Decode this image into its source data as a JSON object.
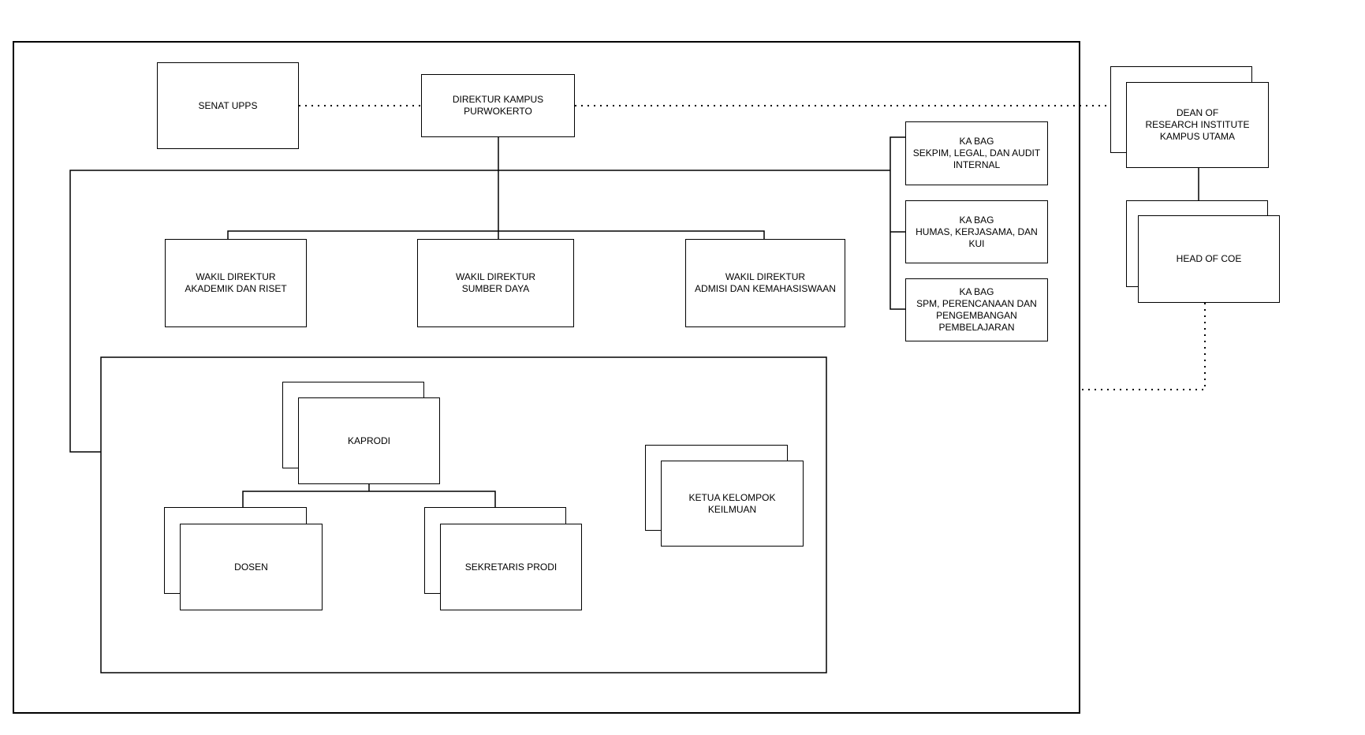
{
  "colors": {
    "canvas_background": "#ffffff",
    "line": "#000000",
    "box_fill": "#ffffff",
    "text": "#000000"
  },
  "org_chart": {
    "nodes": {
      "senat_upps": {
        "label": "SENAT UPPS",
        "stacked": false
      },
      "direktur_kampus": {
        "label": "DIREKTUR KAMPUS\nPURWOKERTO",
        "stacked": false
      },
      "wakil_direktur_akademik_riset": {
        "label": "WAKIL DIREKTUR\nAKADEMIK DAN RISET",
        "stacked": false
      },
      "wakil_direktur_sumber_daya": {
        "label": "WAKIL DIREKTUR\nSUMBER DAYA",
        "stacked": false
      },
      "wakil_direktur_admisi": {
        "label": "WAKIL DIREKTUR\nADMISI DAN KEMAHASISWAAN",
        "stacked": false
      },
      "kabag_sekpim_legal_audit": {
        "label": "KA BAG\nSEKPIM, LEGAL, DAN AUDIT\nINTERNAL",
        "stacked": false
      },
      "kabag_humas_kerjasama_kui": {
        "label": "KA BAG\nHUMAS, KERJASAMA, DAN\nKUI",
        "stacked": false
      },
      "kabag_spm_perencanaan": {
        "label": "KA BAG\nSPM, PERENCANAAN DAN\nPENGEMBANGAN\nPEMBELAJARAN",
        "stacked": false
      },
      "kaprodi": {
        "label": "KAPRODI",
        "stacked": true
      },
      "dosen": {
        "label": "DOSEN",
        "stacked": true
      },
      "sekretaris_prodi": {
        "label": "SEKRETARIS PRODI",
        "stacked": true
      },
      "ketua_kelompok_keilmuan": {
        "label": "KETUA KELOMPOK\nKEILMUAN",
        "stacked": true
      },
      "dean_research_institute": {
        "label": "DEAN OF\nRESEARCH INSTITUTE\nKAMPUS UTAMA",
        "stacked": true
      },
      "head_of_coe": {
        "label": "HEAD OF COE",
        "stacked": true
      }
    },
    "edges": [
      {
        "from": "senat_upps",
        "to": "direktur_kampus",
        "style": "dotted"
      },
      {
        "from": "direktur_kampus",
        "to": "dean_research_institute",
        "style": "dotted"
      },
      {
        "from": "direktur_kampus",
        "to": "wakil_direktur_akademik_riset",
        "style": "solid"
      },
      {
        "from": "direktur_kampus",
        "to": "wakil_direktur_sumber_daya",
        "style": "solid"
      },
      {
        "from": "direktur_kampus",
        "to": "wakil_direktur_admisi",
        "style": "solid"
      },
      {
        "from": "direktur_kampus",
        "to": "kabag_sekpim_legal_audit",
        "style": "solid"
      },
      {
        "from": "direktur_kampus",
        "to": "kabag_humas_kerjasama_kui",
        "style": "solid"
      },
      {
        "from": "direktur_kampus",
        "to": "kabag_spm_perencanaan",
        "style": "solid"
      },
      {
        "from": "direktur_kampus",
        "to": "prodi_group_container",
        "style": "solid"
      },
      {
        "from": "kaprodi",
        "to": "dosen",
        "style": "solid"
      },
      {
        "from": "kaprodi",
        "to": "sekretaris_prodi",
        "style": "solid"
      },
      {
        "from": "dean_research_institute",
        "to": "head_of_coe",
        "style": "solid"
      },
      {
        "from": "head_of_coe",
        "to": "campus_container",
        "style": "dotted"
      }
    ]
  }
}
